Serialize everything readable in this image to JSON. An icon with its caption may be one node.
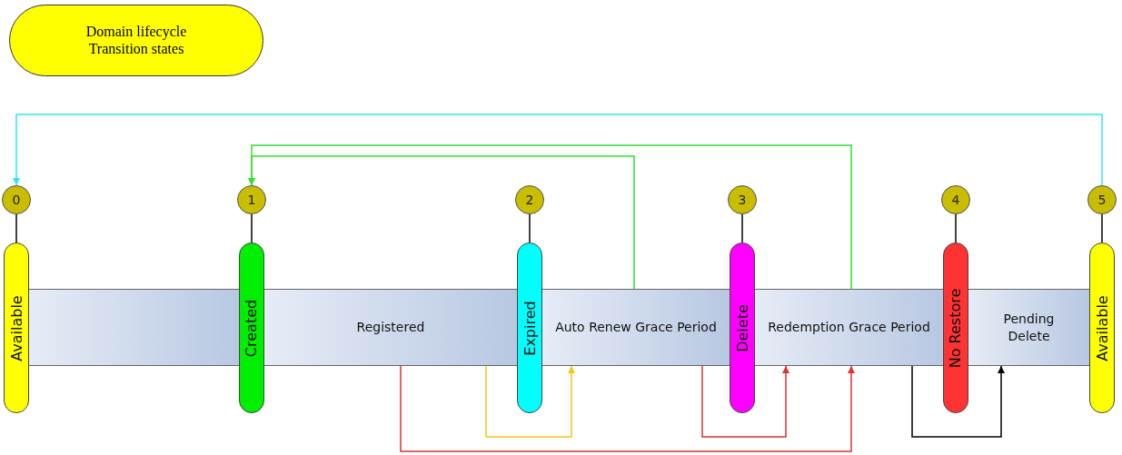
{
  "diagram": {
    "nodes": [
      {
        "text": [
          "Domain lifecycle Transition states"
        ]
      },
      {
        "text": [
          "0"
        ]
      },
      {
        "text": [
          "1"
        ]
      },
      {
        "text": [
          "2"
        ]
      },
      {
        "text": [
          "3"
        ]
      },
      {
        "text": [
          "4"
        ]
      },
      {
        "text": [
          "5"
        ]
      },
      {
        "text": [
          "Available"
        ]
      },
      {
        "text": [
          "Created"
        ]
      },
      {
        "text": [
          "Expired"
        ]
      },
      {
        "text": [
          "Delete"
        ]
      },
      {
        "text": [
          "No Restore"
        ]
      },
      {
        "text": [
          "Available"
        ]
      },
      {
        "text": [],
        "shape": "bar"
      },
      {
        "text": [
          "Registered"
        ]
      },
      {
        "text": [
          "Auto Renew Grace Period"
        ]
      },
      {
        "text": [
          "Redemption Grace Period"
        ]
      },
      {
        "text": [
          "Pending Delete"
        ]
      }
    ],
    "edges": [
      {
        "from": 1,
        "to": 7,
        "arrow": "none"
      },
      {
        "from": 2,
        "to": 8,
        "arrow": "none"
      },
      {
        "from": 3,
        "to": 9,
        "arrow": "none"
      },
      {
        "from": 4,
        "to": 10,
        "arrow": "none"
      },
      {
        "from": 5,
        "to": 11,
        "arrow": "none"
      },
      {
        "from": 6,
        "to": 12,
        "arrow": "none"
      },
      {
        "from": 6,
        "to": 1,
        "arrow": "to",
        "color": "#33e6f0"
      },
      {
        "from": 15,
        "to": 2,
        "arrow": "to",
        "color": "#33dd33"
      },
      {
        "from": 16,
        "to": 2,
        "arrow": "to",
        "color": "#33dd33"
      },
      {
        "from": 14,
        "to": 15,
        "arrow": "to",
        "color": "#f5c518"
      },
      {
        "from": 14,
        "to": 16,
        "arrow": "to",
        "color": "#e03030"
      },
      {
        "from": 15,
        "to": 16,
        "arrow": "to",
        "color": "#e03030"
      },
      {
        "from": 16,
        "to": 17,
        "arrow": "to"
      }
    ]
  }
}
